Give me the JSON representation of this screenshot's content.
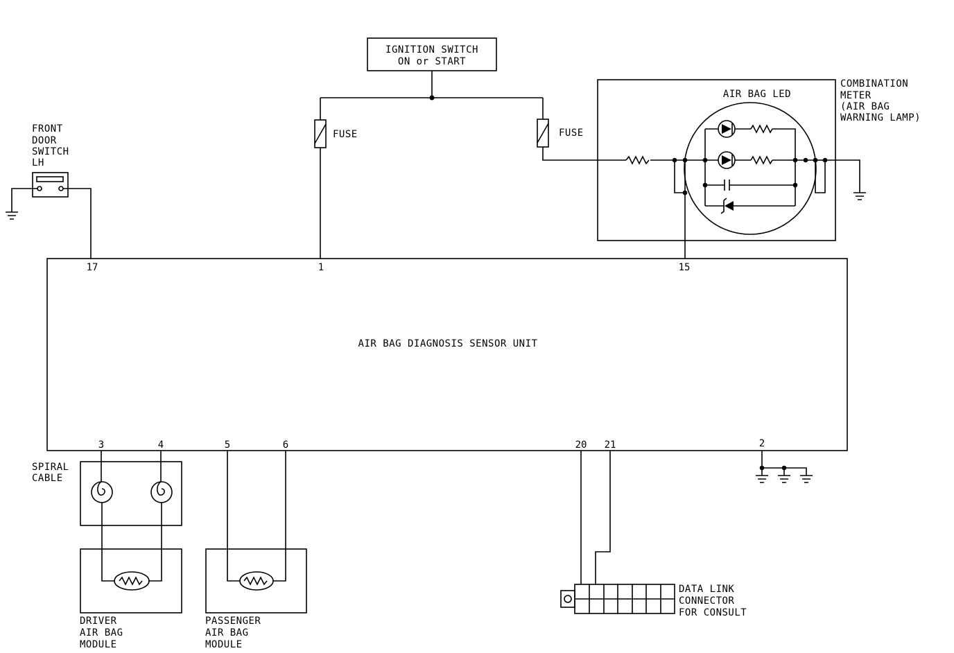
{
  "ignition": {
    "line1": "IGNITION SWITCH",
    "line2": "ON or START"
  },
  "fuse_label": "FUSE",
  "combination_meter": {
    "lines": [
      "COMBINATION",
      "METER",
      "(AIR BAG",
      "WARNING LAMP)"
    ]
  },
  "air_bag_led": "AIR BAG LED",
  "front_door_switch": {
    "lines": [
      "FRONT",
      "DOOR",
      "SWITCH",
      "LH"
    ]
  },
  "sensor_unit": "AIR BAG DIAGNOSIS SENSOR UNIT",
  "pins": {
    "p17": "17",
    "p1": "1",
    "p15": "15",
    "p3": "3",
    "p4": "4",
    "p5": "5",
    "p6": "6",
    "p20": "20",
    "p21": "21",
    "p2": "2"
  },
  "spiral_cable": {
    "lines": [
      "SPIRAL",
      "CABLE"
    ]
  },
  "driver_module": {
    "lines": [
      "DRIVER",
      "AIR BAG",
      "MODULE"
    ]
  },
  "passenger_module": {
    "lines": [
      "PASSENGER",
      "AIR BAG",
      "MODULE"
    ]
  },
  "data_link": {
    "lines": [
      "DATA LINK",
      "CONNECTOR",
      "FOR CONSULT"
    ]
  }
}
